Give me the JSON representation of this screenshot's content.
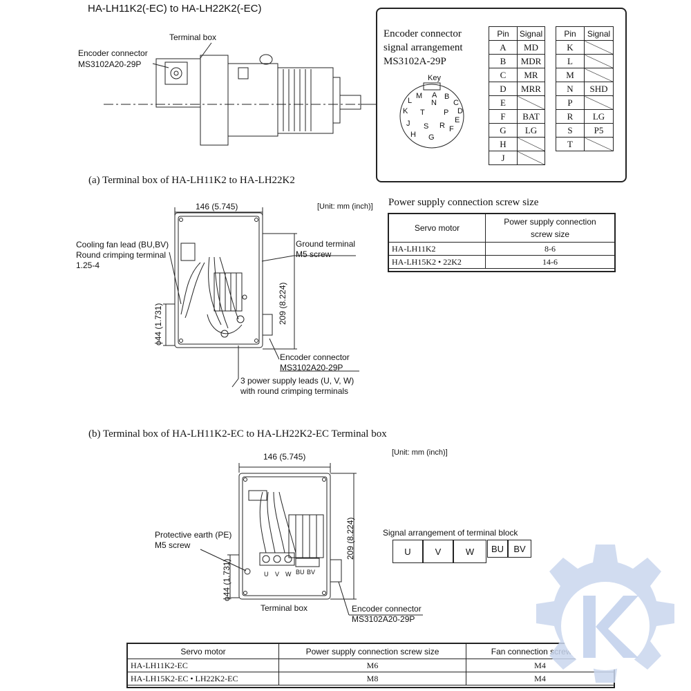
{
  "header": {
    "title": "HA-LH11K2(-EC) to HA-LH22K2(-EC)"
  },
  "motor_view": {
    "terminal_box_label": "Terminal box",
    "encoder_label_1": "Encoder connector",
    "encoder_label_2": "MS3102A20-29P"
  },
  "encoder_panel": {
    "title_line1": "Encoder connector",
    "title_line2": "signal arrangement",
    "title_line3": "MS3102A-29P",
    "key_label": "Key",
    "pin_header": "Pin",
    "signal_header": "Signal",
    "pins_left": [
      {
        "pin": "A",
        "signal": "MD"
      },
      {
        "pin": "B",
        "signal": "MDR"
      },
      {
        "pin": "C",
        "signal": "MR"
      },
      {
        "pin": "D",
        "signal": "MRR"
      },
      {
        "pin": "E",
        "signal": ""
      },
      {
        "pin": "F",
        "signal": "BAT"
      },
      {
        "pin": "G",
        "signal": "LG"
      },
      {
        "pin": "H",
        "signal": ""
      },
      {
        "pin": "J",
        "signal": ""
      }
    ],
    "pins_right": [
      {
        "pin": "K",
        "signal": ""
      },
      {
        "pin": "L",
        "signal": ""
      },
      {
        "pin": "M",
        "signal": ""
      },
      {
        "pin": "N",
        "signal": "SHD"
      },
      {
        "pin": "P",
        "signal": ""
      },
      {
        "pin": "R",
        "signal": "LG"
      },
      {
        "pin": "S",
        "signal": "P5"
      },
      {
        "pin": "T",
        "signal": ""
      }
    ],
    "connector_letters": [
      "A",
      "B",
      "C",
      "D",
      "E",
      "F",
      "G",
      "H",
      "J",
      "K",
      "L",
      "M",
      "N",
      "P",
      "R",
      "S",
      "T"
    ]
  },
  "section_a": {
    "caption": "(a) Terminal box of HA-LH11K2 to HA-LH22K2",
    "width_dim": "146 (5.745)",
    "unit_label": "[Unit: mm (inch)]",
    "fan_lead_1": "Cooling fan lead (BU,BV)",
    "fan_lead_2": "Round crimping terminal",
    "fan_lead_3": "1.25-4",
    "ground_1": "Ground terminal",
    "ground_2": "M5 screw",
    "height_dim": "209 (8.224)",
    "phi_dim": "ϕ44 (1.731)",
    "encoder_1": "Encoder connector",
    "encoder_2": "MS3102A20-29P",
    "leads_1": "3 power supply leads (U, V, W)",
    "leads_2": "with round crimping terminals"
  },
  "screw_table_a": {
    "title": "Power supply connection screw size",
    "header_motor": "Servo motor",
    "header_screw_1": "Power supply connection",
    "header_screw_2": "screw size",
    "rows": [
      {
        "motor": "HA-LH11K2",
        "screw": "8-6"
      },
      {
        "motor": "HA-LH15K2 • 22K2",
        "screw": "14-6"
      }
    ]
  },
  "section_b": {
    "caption": "(b) Terminal box of HA-LH11K2-EC to HA-LH22K2-EC Terminal box",
    "width_dim": "146 (5.745)",
    "unit_label": "[Unit: mm (inch)]",
    "pe_1": "Protective earth (PE)",
    "pe_2": "M5 screw",
    "height_dim": "209 (8.224)",
    "phi_dim": "ϕ44 (1.731)",
    "terminal_box": "Terminal box",
    "encoder_1": "Encoder connector",
    "encoder_2": "MS3102A20-29P",
    "block_labels": [
      "U",
      "V",
      "W",
      "BU",
      "BV"
    ]
  },
  "terminal_block": {
    "title": "Signal arrangement of terminal block",
    "cells": [
      "U",
      "V",
      "W",
      "BU",
      "BV"
    ]
  },
  "screw_table_b": {
    "header_motor": "Servo motor",
    "header_power": "Power supply connection screw size",
    "header_fan": "Fan connection screw size",
    "rows": [
      {
        "motor": "HA-LH11K2-EC",
        "power": "M6",
        "fan": "M4"
      },
      {
        "motor": "HA-LH15K2-EC • LH22K2-EC",
        "power": "M8",
        "fan": "M4"
      }
    ]
  },
  "colors": {
    "ink": "#222222",
    "watermark": "#c9d6ee"
  },
  "watermark": {
    "icon": "gear-k-logo"
  }
}
